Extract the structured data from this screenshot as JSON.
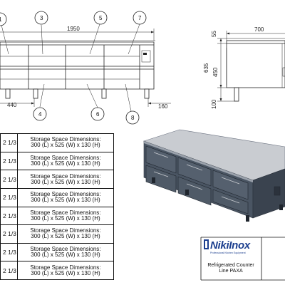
{
  "drawing": {
    "front_view": {
      "width_dim": "1950",
      "left_bottom_dim": "440",
      "callouts": [
        "1",
        "3",
        "5",
        "7",
        "4",
        "6",
        "8"
      ]
    },
    "side_view": {
      "depth_dim": "700",
      "top_dim": "55",
      "height_dim": "635",
      "inner_dim": "450",
      "leg_dim": "100",
      "bottom_right_dim": "160"
    }
  },
  "spec_table": {
    "rows": [
      {
        "position": "2 1/3",
        "line1": "Storage Space Dimensions:",
        "line2": "300 (L) x 525 (W) x 130 (H)"
      },
      {
        "position": "2 1/3",
        "line1": "Storage Space Dimensions:",
        "line2": "300 (L) x 525 (W) x 130 (H)"
      },
      {
        "position": "2 1/3",
        "line1": "Storage Space Dimensions:",
        "line2": "300 (L) x 525 (W) x 130 (H)"
      },
      {
        "position": "2 1/3",
        "line1": "Storage Space Dimensions:",
        "line2": "300 (L) x 525 (W) x 130 (H)"
      },
      {
        "position": "2 1/3",
        "line1": "Storage Space Dimensions:",
        "line2": "300 (L) x 525 (W) x 130 (H)"
      },
      {
        "position": "2 1/3",
        "line1": "Storage Space Dimensions:",
        "line2": "300 (L) x 525 (W) x 130 (H)"
      },
      {
        "position": "2 1/3",
        "line1": "Storage Space Dimensions:",
        "line2": "300 (L) x 525 (W) x 130 (H)"
      },
      {
        "position": "2 1/3",
        "line1": "Storage Space Dimensions:",
        "line2": "300 (L) x 525 (W) x 130 (H)"
      }
    ]
  },
  "title_block": {
    "logo_text": "NikiInox",
    "logo_subtitle": "Professional Kitchen Equipment",
    "product_title": "Refrigerated Counter Line PAXA"
  },
  "colors": {
    "line": "#111111",
    "counter_top": "#c9ccd1",
    "counter_body": "#4a5563",
    "counter_dark": "#2b323c",
    "logo_blue": "#1c3f8f"
  }
}
